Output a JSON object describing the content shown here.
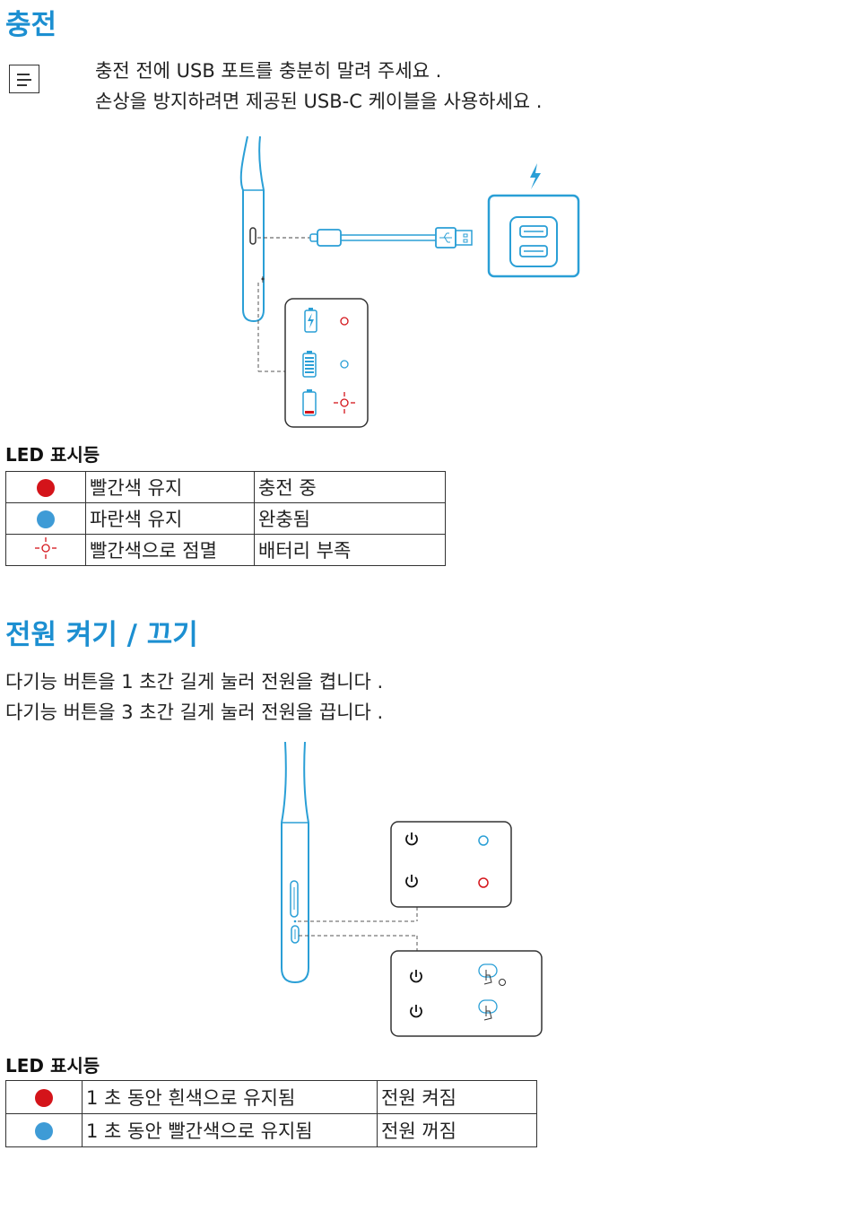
{
  "charging": {
    "title": "충전",
    "note_icon": "note-icon",
    "note_lines": [
      "충전 전에 USB 포트를 충분히 말려 주세요 .",
      "손상을 방지하려면 제공된 USB-C 케이블을 사용하세요 ."
    ],
    "led_heading": "LED 표시등",
    "led_rows": [
      {
        "indicator": "red-dot",
        "state": "빨간색 유지",
        "meaning": "충전 중"
      },
      {
        "indicator": "blue-dot",
        "state": "파란색 유지",
        "meaning": "완충됨"
      },
      {
        "indicator": "red-blink-icon",
        "state": "빨간색으로 점멸",
        "meaning": "배터리 부족"
      }
    ]
  },
  "power": {
    "title": "전원 켜기 / 끄기",
    "lines": [
      "다기능 버튼을 1 초간 길게 눌러 전원을 켭니다 .",
      "다기능 버튼을 3 초간 길게 눌러 전원을 끕니다 ."
    ],
    "led_heading": "LED 표시등",
    "led_rows": [
      {
        "indicator": "red-dot",
        "state": "1 초 동안 흰색으로 유지됨",
        "meaning": "전원 켜짐"
      },
      {
        "indicator": "blue-dot",
        "state": "1 초 동안 빨간색으로 유지됨",
        "meaning": "전원 꺼짐"
      }
    ]
  },
  "colors": {
    "heading": "#1c8fd1",
    "red": "#d4141a",
    "blue": "#3e9bd6",
    "line_blue": "#2a9fd6"
  }
}
